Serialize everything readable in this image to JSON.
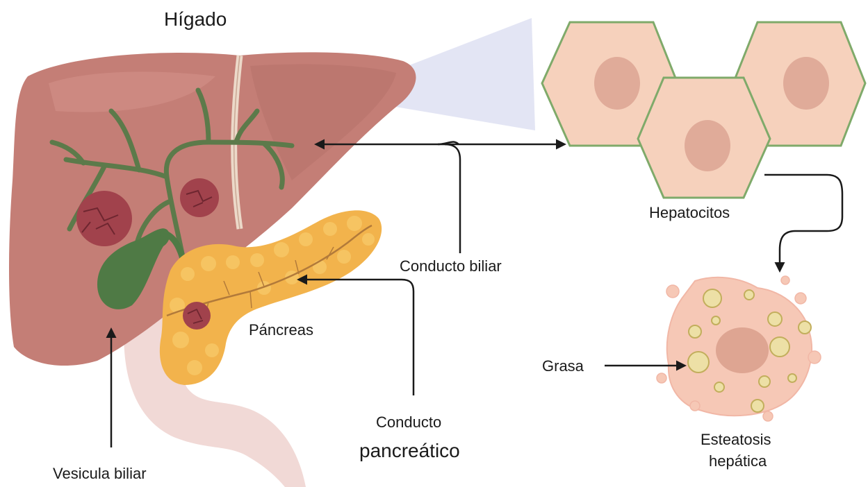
{
  "labels": {
    "liver": "Hígado",
    "hepatocytes": "Hepatocitos",
    "bile_duct": "Conducto biliar",
    "pancreas": "Páncreas",
    "fat": "Grasa",
    "pancreatic_duct_line1": "Conducto",
    "pancreatic_duct_line2": "pancreático",
    "steatosis_line1": "Esteatosis",
    "steatosis_line2": "hepática",
    "gallbladder": "Vesicula biliar"
  },
  "colors": {
    "liver": "#c47e76",
    "liver_shade": "#b06a63",
    "bile_ducts": "#5c7a4a",
    "tumor": "#a1424c",
    "gallbladder": "#4f7a45",
    "pancreas": "#f2b34c",
    "intestine": "#efd2cf",
    "hepatocyte": "#f6d1bc",
    "hepatocyte_border": "#7faa6a",
    "nucleus": "#e0ab99",
    "zoom_wedge": "#e3e5f4",
    "fat_droplet": "#ede0a6",
    "arrow": "#1a1a1a"
  }
}
